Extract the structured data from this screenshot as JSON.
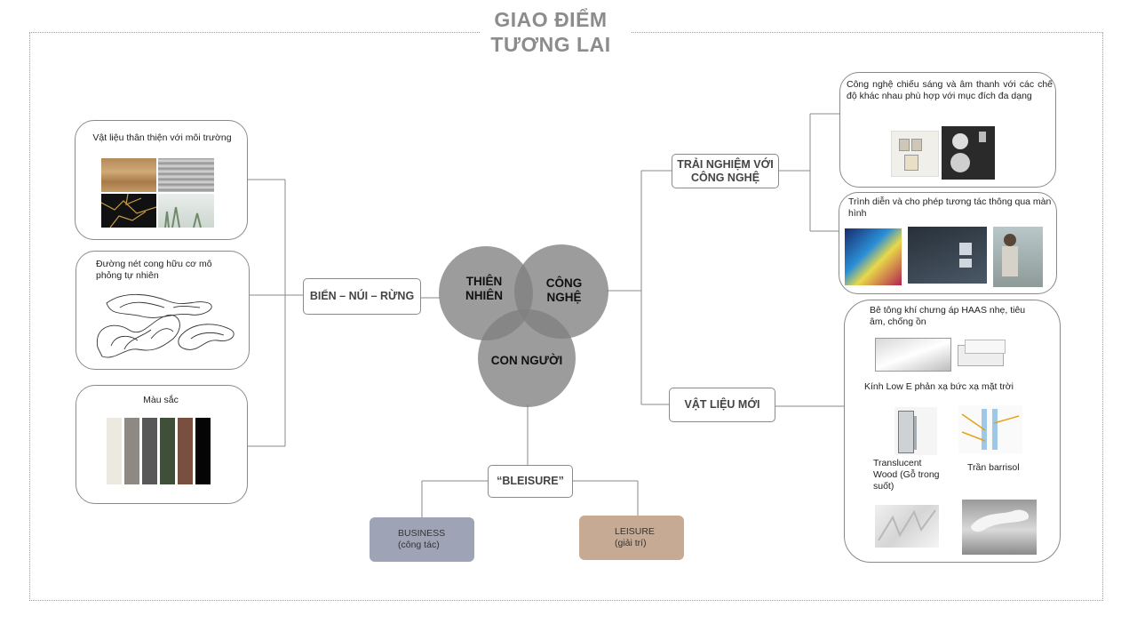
{
  "title_line1": "GIAO ĐIỂM",
  "title_line2": "TƯƠNG LAI",
  "venn": {
    "nature_line1": "THIÊN",
    "nature_line2": "NHIÊN",
    "tech_line1": "CÔNG",
    "tech_line2": "NGHỆ",
    "people": "CON NGƯỜI"
  },
  "left": {
    "branch": "BIỂN – NÚI – RỪNG",
    "materials": "Vật liệu thân thiện với môi trường",
    "curves": "Đường nét cong hữu cơ mô phỏng tự nhiên",
    "colors_title": "Màu sắc",
    "palette": [
      "#ece9e1",
      "#8f8983",
      "#585858",
      "#3f4f3a",
      "#79503f",
      "#050505"
    ]
  },
  "right": {
    "tech_branch": "TRẢI NGHIỆM VỚI CÔNG NGHỆ",
    "lighting": "Công nghệ chiếu sáng và âm thanh với các chế độ khác nhau phù hợp với mục đích đa dạng",
    "display": "Trình diễn và cho phép tương tác thông qua màn hình",
    "material_branch": "VẬT LIỆU MỚI",
    "concrete": "Bê tông khí chưng áp HAAS nhẹ, tiêu âm, chống ồn",
    "glass": "Kính Low E phản xạ bức xạ mặt trời",
    "wood": "Translucent Wood (Gỗ trong suốt)",
    "ceiling": "Trần barrisol"
  },
  "bottom": {
    "bleisure": "“BLEISURE”",
    "business_line1": "BUSINESS",
    "business_line2": "(công tác)",
    "leisure_line1": "LEISURE",
    "leisure_line2": "(giải trí)",
    "business_color": "#9ea4b5",
    "leisure_color": "#c7aa94"
  }
}
